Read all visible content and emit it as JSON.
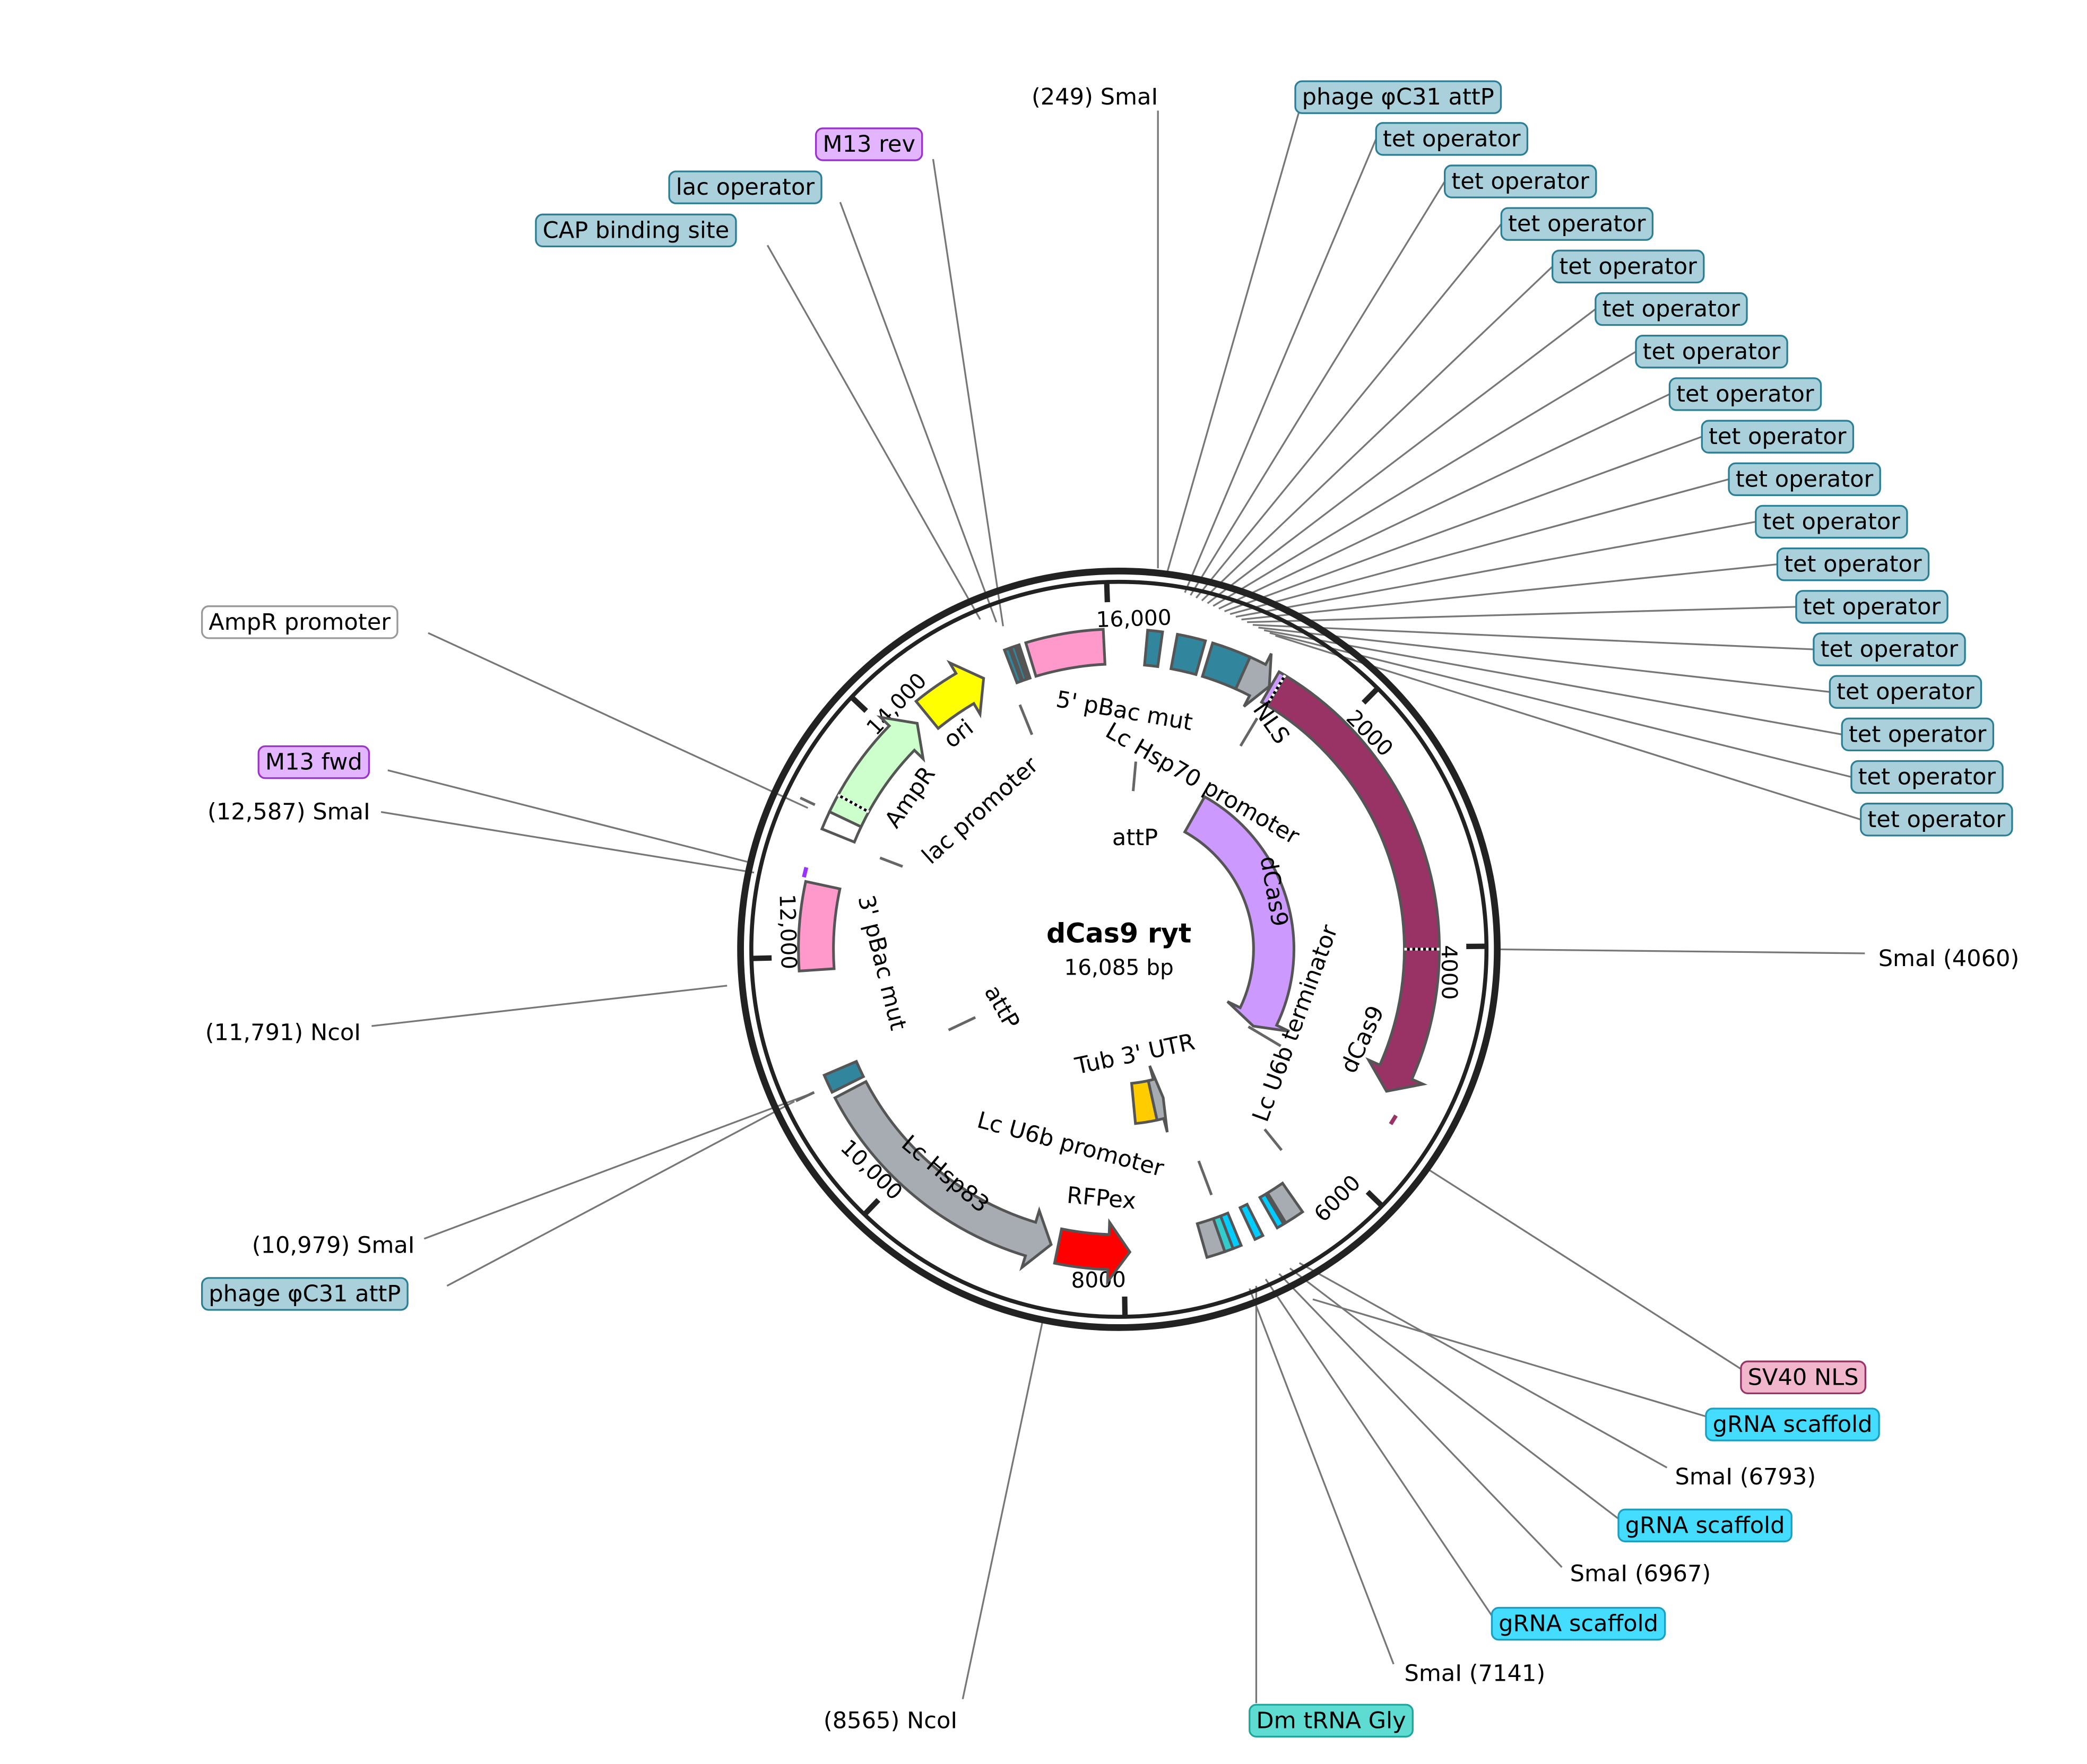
{
  "plasmid": {
    "name": "dCas9 ryt",
    "size_label": "16,085 bp",
    "length_bp": 16085
  },
  "ticks": [
    {
      "bp": 2000,
      "label": "2000"
    },
    {
      "bp": 4000,
      "label": "4000"
    },
    {
      "bp": 6000,
      "label": "6000"
    },
    {
      "bp": 8000,
      "label": "8000"
    },
    {
      "bp": 10000,
      "label": "10,000"
    },
    {
      "bp": 12000,
      "label": "12,000"
    },
    {
      "bp": 14000,
      "label": "14,000"
    },
    {
      "bp": 16000,
      "label": "16,000"
    }
  ],
  "colors": {
    "teal_box": "#a9d0db",
    "teal_border": "#2a7f95",
    "purple_box": "#e3b5ff",
    "purple_border": "#9933cc",
    "cyan_box": "#44ddff",
    "cyan_border": "#1a9fbf",
    "tealgreen_box": "#5fdcd2",
    "tealgreen_border": "#1fa69c",
    "pink_box": "#f2b6cc",
    "pink_border": "#993366",
    "white_box": "#ffffff",
    "white_border": "#999999"
  },
  "features": [
    {
      "name": "CAP binding site",
      "start": 15150,
      "end": 15190,
      "color": "#31859c",
      "dir": 0,
      "track": "outer"
    },
    {
      "name": "lac operator",
      "start": 15205,
      "end": 15240,
      "color": "#31859c",
      "dir": 0,
      "track": "outer"
    },
    {
      "name": "M13 rev",
      "start": 15255,
      "end": 15275,
      "color": "#9933ff",
      "dir": 0,
      "track": "outer"
    },
    {
      "name": "5' pBac mut",
      "start": 15330,
      "end": 15960,
      "color": "#ff99cc",
      "dir": 0,
      "track": "outer"
    },
    {
      "name": "phage φC31 attP",
      "start": 230,
      "end": 350,
      "color": "#31859c",
      "dir": 0,
      "track": "outer"
    },
    {
      "name": "tet operator",
      "start": 470,
      "end": 700,
      "color": "#31859c",
      "dir": 0,
      "track": "outer"
    },
    {
      "name": "tet operator",
      "start": 760,
      "end": 1080,
      "color": "#31859c",
      "dir": 0,
      "track": "outer"
    },
    {
      "name": "Lc Hsp70 promoter",
      "start": 1080,
      "end": 1330,
      "color": "#a6acb2",
      "dir": 1,
      "track": "outer"
    },
    {
      "name": "NLS",
      "start": 1340,
      "end": 1400,
      "color": "#cc99ff",
      "dir": 0,
      "track": "outer"
    },
    {
      "name": "dCas9",
      "start": 1400,
      "end": 5270,
      "color": "#993366",
      "dir": 1,
      "track": "outer"
    },
    {
      "name": "SV40 NLS",
      "start": 5420,
      "end": 5470,
      "color": "#993366",
      "dir": 0,
      "track": "line"
    },
    {
      "name": "Lc U6b terminator",
      "start": 6480,
      "end": 6640,
      "color": "#a6acb2",
      "dir": 0,
      "track": "outer"
    },
    {
      "name": "gRNA scaffold",
      "start": 6660,
      "end": 6720,
      "color": "#00ccff",
      "dir": 0,
      "track": "outer"
    },
    {
      "name": "gRNA scaffold",
      "start": 6850,
      "end": 6920,
      "color": "#00ccff",
      "dir": 0,
      "track": "outer"
    },
    {
      "name": "gRNA scaffold",
      "start": 7040,
      "end": 7110,
      "color": "#00ccff",
      "dir": 0,
      "track": "outer"
    },
    {
      "name": "Dm tRNA Gly",
      "start": 7110,
      "end": 7180,
      "color": "#33cccc",
      "dir": 0,
      "track": "outer"
    },
    {
      "name": "Lc U6b promoter",
      "start": 7180,
      "end": 7330,
      "color": "#a6acb2",
      "dir": 0,
      "track": "outer"
    },
    {
      "name": "Tub 3' UTR",
      "start": 7300,
      "end": 7480,
      "color": "#a6acb2",
      "dir": -1,
      "track": "inner"
    },
    {
      "name": "Tub 3' UTR",
      "start": 7480,
      "end": 7800,
      "color": "#ffcc00",
      "dir": 0,
      "track": "inner"
    },
    {
      "name": "RFPex",
      "start": 7950,
      "end": 8560,
      "color": "#ff0000",
      "dir": -1,
      "track": "outer"
    },
    {
      "name": "Lc Hsp83",
      "start": 8620,
      "end": 10830,
      "color": "#a6acb2",
      "dir": -1,
      "track": "outer"
    },
    {
      "name": "phage φC31 attP",
      "start": 10880,
      "end": 11030,
      "color": "#31859c",
      "dir": 0,
      "track": "outer"
    },
    {
      "name": "3' pBac mut",
      "start": 11890,
      "end": 12610,
      "color": "#ff99cc",
      "dir": 0,
      "track": "outer"
    },
    {
      "name": "M13 fwd",
      "start": 12630,
      "end": 12730,
      "color": "#9933ff",
      "dir": 0,
      "track": "line"
    },
    {
      "name": "AmpR promoter",
      "start": 13050,
      "end": 13200,
      "color": "#ffffff",
      "dir": 0,
      "track": "outer"
    },
    {
      "name": "AmpR",
      "start": 13200,
      "end": 14220,
      "color": "#ccffcc",
      "dir": 1,
      "track": "outer"
    },
    {
      "name": "ori",
      "start": 14330,
      "end": 14900,
      "color": "#ffff00",
      "dir": 1,
      "track": "outer"
    },
    {
      "name": "dCas9",
      "start": 1310,
      "end": 5350,
      "color": "#cc99ff",
      "dir": 1,
      "track": "inner"
    }
  ],
  "inner_labels": [
    "5' pBac mut",
    "Lc Hsp70 promoter",
    "NLS",
    "ori",
    "AmpR",
    "lac promoter",
    "attP",
    "dCas9",
    "Lc U6b terminator",
    "dCas9",
    "3' pBac mut",
    "attP",
    "Tub 3' UTR",
    "Lc U6b promoter",
    "RFPex",
    "Lc Hsp83"
  ],
  "callouts": [
    {
      "text": "(249)  SmaI",
      "style": "plain"
    },
    {
      "text": "phage φC31 attP",
      "style": "teal"
    },
    {
      "text": "tet operator",
      "style": "teal"
    },
    {
      "text": "tet operator",
      "style": "teal"
    },
    {
      "text": "tet operator",
      "style": "teal"
    },
    {
      "text": "tet operator",
      "style": "teal"
    },
    {
      "text": "tet operator",
      "style": "teal"
    },
    {
      "text": "tet operator",
      "style": "teal"
    },
    {
      "text": "tet operator",
      "style": "teal"
    },
    {
      "text": "tet operator",
      "style": "teal"
    },
    {
      "text": "tet operator",
      "style": "teal"
    },
    {
      "text": "tet operator",
      "style": "teal"
    },
    {
      "text": "tet operator",
      "style": "teal"
    },
    {
      "text": "tet operator",
      "style": "teal"
    },
    {
      "text": "tet operator",
      "style": "teal"
    },
    {
      "text": "tet operator",
      "style": "teal"
    },
    {
      "text": "tet operator",
      "style": "teal"
    },
    {
      "text": "tet operator",
      "style": "teal"
    },
    {
      "text": "tet operator",
      "style": "teal"
    },
    {
      "text": "M13 rev",
      "style": "purple"
    },
    {
      "text": "lac operator",
      "style": "teal"
    },
    {
      "text": "CAP binding site",
      "style": "teal"
    },
    {
      "text": "AmpR promoter",
      "style": "white"
    },
    {
      "text": "M13 fwd",
      "style": "purple"
    },
    {
      "text": "(12,587)  SmaI",
      "style": "plain"
    },
    {
      "text": "(11,791)  NcoI",
      "style": "plain"
    },
    {
      "text": "(10,979)  SmaI",
      "style": "plain"
    },
    {
      "text": "phage φC31 attP",
      "style": "teal"
    },
    {
      "text": "(8565)  NcoI",
      "style": "plain"
    },
    {
      "text": "Dm tRNA Gly",
      "style": "tealgreen"
    },
    {
      "text": "SmaI  (7141)",
      "style": "plain"
    },
    {
      "text": "gRNA scaffold",
      "style": "cyan"
    },
    {
      "text": "SmaI  (6967)",
      "style": "plain"
    },
    {
      "text": "gRNA scaffold",
      "style": "cyan"
    },
    {
      "text": "SmaI  (6793)",
      "style": "plain"
    },
    {
      "text": "gRNA scaffold",
      "style": "cyan"
    },
    {
      "text": "SV40 NLS",
      "style": "pink"
    },
    {
      "text": "SmaI  (4060)",
      "style": "plain"
    }
  ]
}
